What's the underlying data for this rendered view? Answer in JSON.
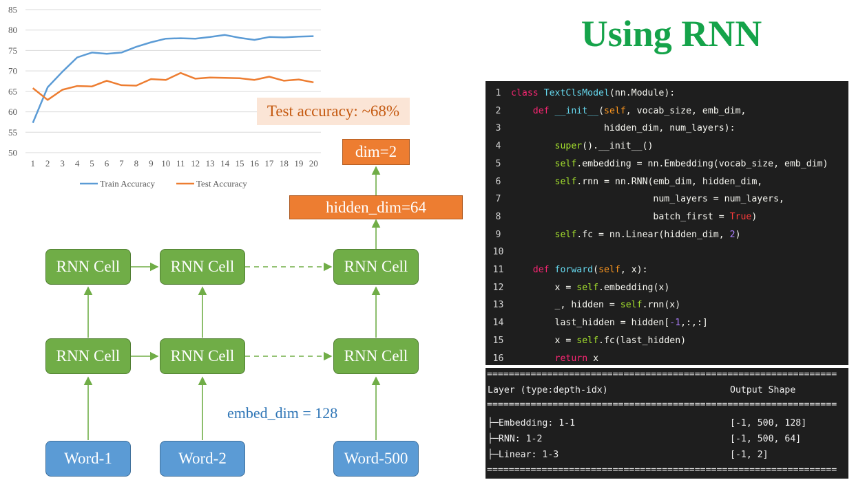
{
  "title": "Using RNN",
  "callout": "Test accuracy: ~68%",
  "chart_data": {
    "type": "line",
    "x": [
      1,
      2,
      3,
      4,
      5,
      6,
      7,
      8,
      9,
      10,
      11,
      12,
      13,
      14,
      15,
      16,
      17,
      18,
      19,
      20
    ],
    "yticks": [
      50,
      55,
      60,
      65,
      70,
      75,
      80,
      85
    ],
    "ylim": [
      50,
      85
    ],
    "grid": true,
    "legend_position": "bottom",
    "series": [
      {
        "name": "Train Accuracy",
        "color": "#5b9bd5",
        "values": [
          57.3,
          66.0,
          69.8,
          73.3,
          74.5,
          74.2,
          74.5,
          75.9,
          77.0,
          77.9,
          78.0,
          77.9,
          78.3,
          78.8,
          78.1,
          77.6,
          78.3,
          78.2,
          78.4,
          78.5
        ]
      },
      {
        "name": "Test Accuracy",
        "color": "#ed7d31",
        "values": [
          65.8,
          62.9,
          65.4,
          66.3,
          66.2,
          67.6,
          66.5,
          66.4,
          68.0,
          67.8,
          69.5,
          68.1,
          68.4,
          68.3,
          68.2,
          67.8,
          68.6,
          67.6,
          67.9,
          67.2
        ]
      }
    ]
  },
  "diagram": {
    "output": "dim=2",
    "hidden": "hidden_dim=64",
    "cell_label": "RNN Cell",
    "words": [
      "Word-1",
      "Word-2",
      "Word-500"
    ],
    "embed_label": "embed_dim = 128"
  },
  "code": [
    {
      "n": "1",
      "parts": [
        [
          "kw",
          "class "
        ],
        [
          "fn",
          "TextClsModel"
        ],
        [
          "txt",
          "(nn.Module):"
        ]
      ]
    },
    {
      "n": "2",
      "parts": [
        [
          "txt",
          "    "
        ],
        [
          "kw",
          "def "
        ],
        [
          "fn",
          "__init__"
        ],
        [
          "txt",
          "("
        ],
        [
          "df",
          "self"
        ],
        [
          "txt",
          ", vocab_size, emb_dim,"
        ]
      ]
    },
    {
      "n": "3",
      "parts": [
        [
          "txt",
          "                 hidden_dim, num_layers):"
        ]
      ]
    },
    {
      "n": "4",
      "parts": [
        [
          "txt",
          "        "
        ],
        [
          "slf",
          "super"
        ],
        [
          "txt",
          "().__init__()"
        ]
      ]
    },
    {
      "n": "5",
      "parts": [
        [
          "txt",
          "        "
        ],
        [
          "slf",
          "self"
        ],
        [
          "txt",
          ".embedding = nn.Embedding(vocab_size, emb_dim)"
        ]
      ]
    },
    {
      "n": "6",
      "parts": [
        [
          "txt",
          "        "
        ],
        [
          "slf",
          "self"
        ],
        [
          "txt",
          ".rnn = nn.RNN(emb_dim, hidden_dim,"
        ]
      ]
    },
    {
      "n": "7",
      "parts": [
        [
          "txt",
          "                          num_layers = num_layers,"
        ]
      ]
    },
    {
      "n": "8",
      "parts": [
        [
          "txt",
          "                          batch_first = "
        ],
        [
          "bool",
          "True"
        ],
        [
          "txt",
          ")"
        ]
      ]
    },
    {
      "n": "9",
      "parts": [
        [
          "txt",
          "        "
        ],
        [
          "slf",
          "self"
        ],
        [
          "txt",
          ".fc = nn.Linear(hidden_dim, "
        ],
        [
          "nm",
          "2"
        ],
        [
          "txt",
          ")"
        ]
      ]
    },
    {
      "n": "10",
      "parts": []
    },
    {
      "n": "11",
      "parts": [
        [
          "txt",
          "    "
        ],
        [
          "kw",
          "def "
        ],
        [
          "fn",
          "forward"
        ],
        [
          "txt",
          "("
        ],
        [
          "df",
          "self"
        ],
        [
          "txt",
          ", x):"
        ]
      ]
    },
    {
      "n": "12",
      "parts": [
        [
          "txt",
          "        x = "
        ],
        [
          "slf",
          "self"
        ],
        [
          "txt",
          ".embedding(x)"
        ]
      ]
    },
    {
      "n": "13",
      "parts": [
        [
          "txt",
          "        _, hidden = "
        ],
        [
          "slf",
          "self"
        ],
        [
          "txt",
          ".rnn(x)"
        ]
      ]
    },
    {
      "n": "14",
      "parts": [
        [
          "txt",
          "        last_hidden = hidden["
        ],
        [
          "nm",
          "-1"
        ],
        [
          "txt",
          ",:,:]"
        ]
      ]
    },
    {
      "n": "15",
      "parts": [
        [
          "txt",
          "        x = "
        ],
        [
          "slf",
          "self"
        ],
        [
          "txt",
          ".fc(last_hidden)"
        ]
      ]
    },
    {
      "n": "16",
      "parts": [
        [
          "txt",
          "        "
        ],
        [
          "kw",
          "return "
        ],
        [
          "txt",
          "x"
        ]
      ]
    }
  ],
  "summary": {
    "separator": "================================================================",
    "header": {
      "layer": "Layer (type:depth-idx)",
      "shape": "Output Shape"
    },
    "rows": [
      {
        "layer": "├─Embedding: 1-1",
        "shape": "[-1, 500, 128]"
      },
      {
        "layer": "├─RNN: 1-2",
        "shape": "[-1, 500, 64]"
      },
      {
        "layer": "├─Linear: 1-3",
        "shape": "[-1, 2]"
      }
    ]
  }
}
